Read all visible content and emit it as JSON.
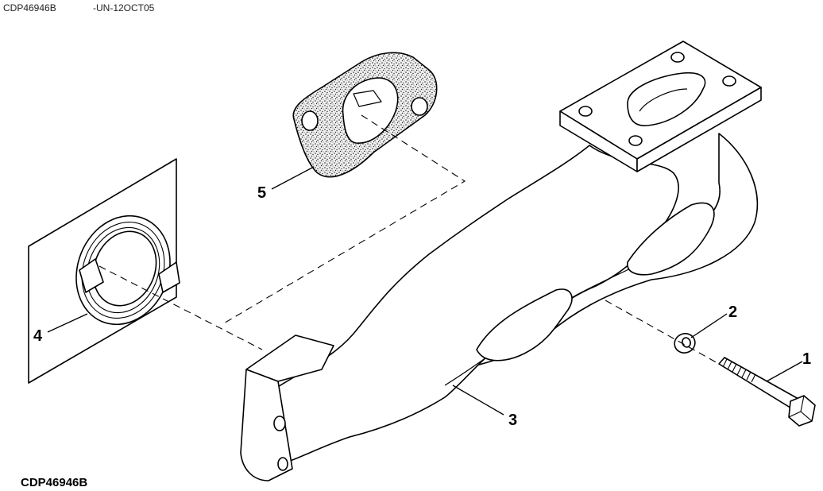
{
  "header": {
    "figure_code": "CDP46946B",
    "revision_code": "-UN-12OCT05"
  },
  "callouts": [
    {
      "number": "1",
      "part": "cap-screw"
    },
    {
      "number": "2",
      "part": "washer"
    },
    {
      "number": "3",
      "part": "exhaust-manifold"
    },
    {
      "number": "4",
      "part": "sealing-ring"
    },
    {
      "number": "5",
      "part": "turbocharger-gasket"
    }
  ],
  "footer": {
    "figure_code": "CDP46946B"
  },
  "colors": {
    "line": "#000000",
    "background": "#ffffff",
    "gasket_fill": "#bdbdbd"
  }
}
